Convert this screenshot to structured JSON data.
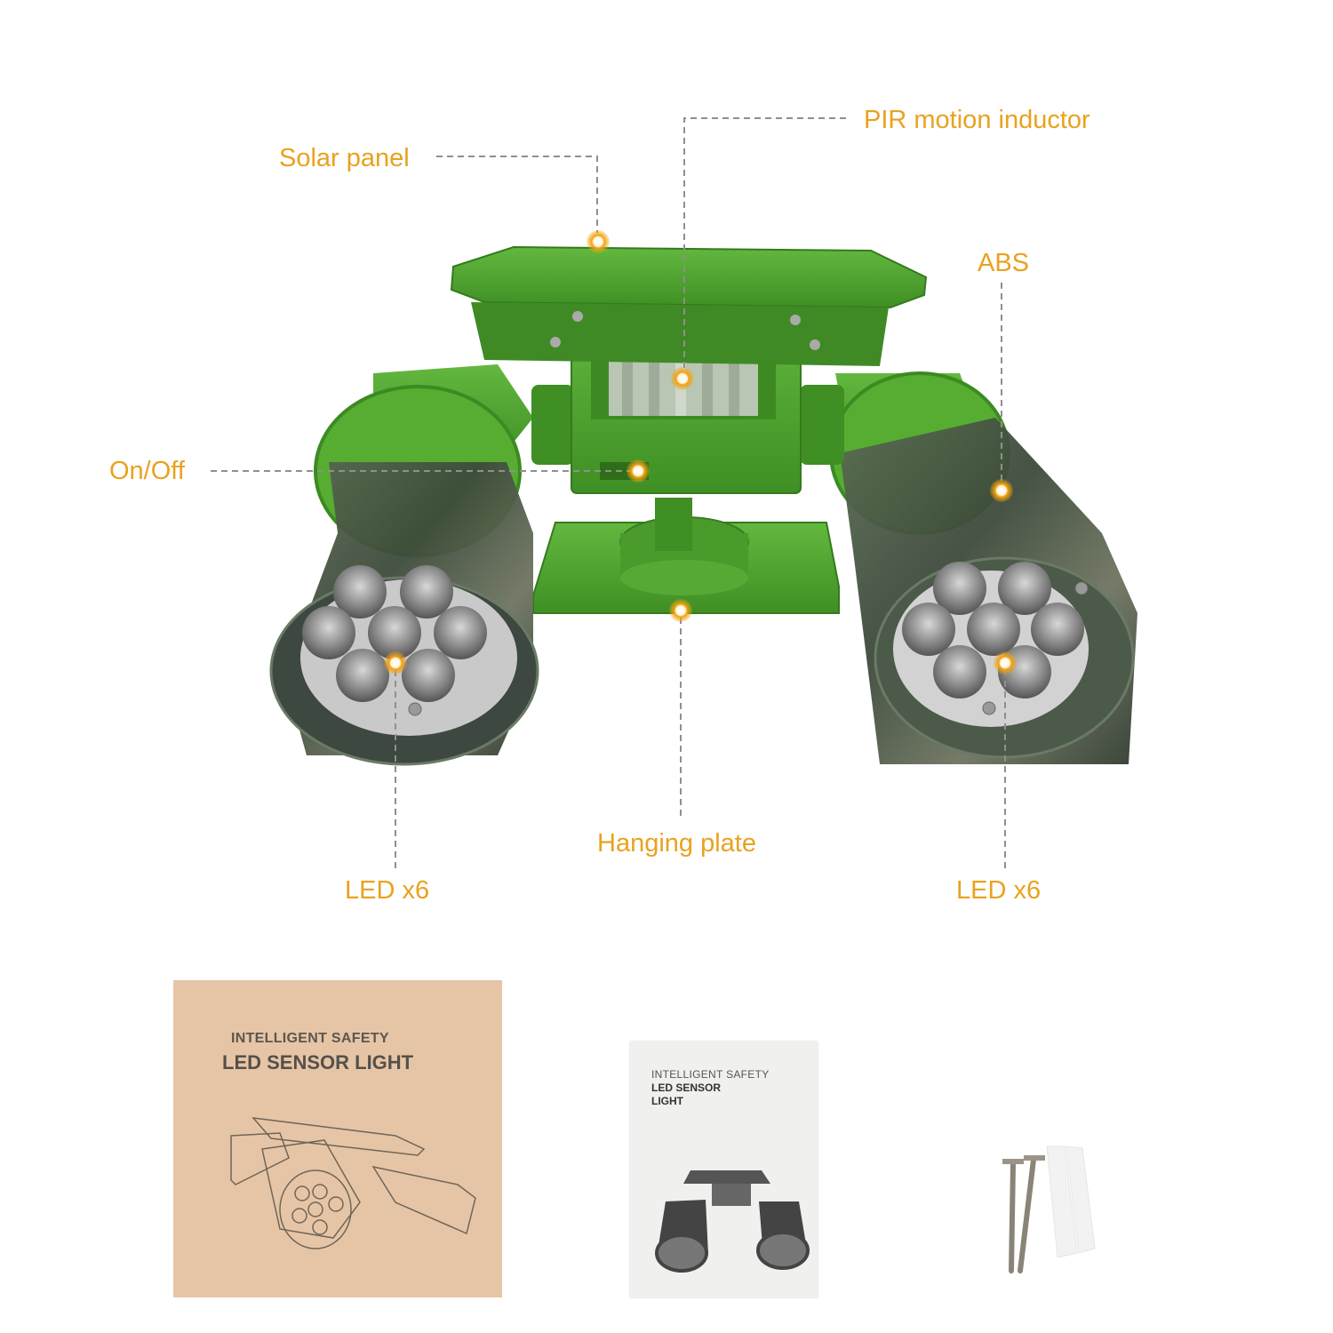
{
  "callouts": {
    "solar_panel": "Solar panel",
    "pir": "PIR motion inductor",
    "abs": "ABS",
    "on_off": "On/Off",
    "hanging_plate": "Hanging plate",
    "led_left": "LED x6",
    "led_right": "LED x6"
  },
  "package": {
    "box": {
      "line1": "INTELLIGENT SAFETY",
      "line2": "LED SENSOR LIGHT"
    },
    "manual": {
      "line1": "INTELLIGENT SAFETY",
      "line2": "LED SENSOR",
      "line3": "LIGHT"
    }
  },
  "colors": {
    "label": "#E9A21F",
    "body_green": "#4FA32E",
    "leader": "#8f8f8f",
    "box": "#E6C5A6"
  }
}
